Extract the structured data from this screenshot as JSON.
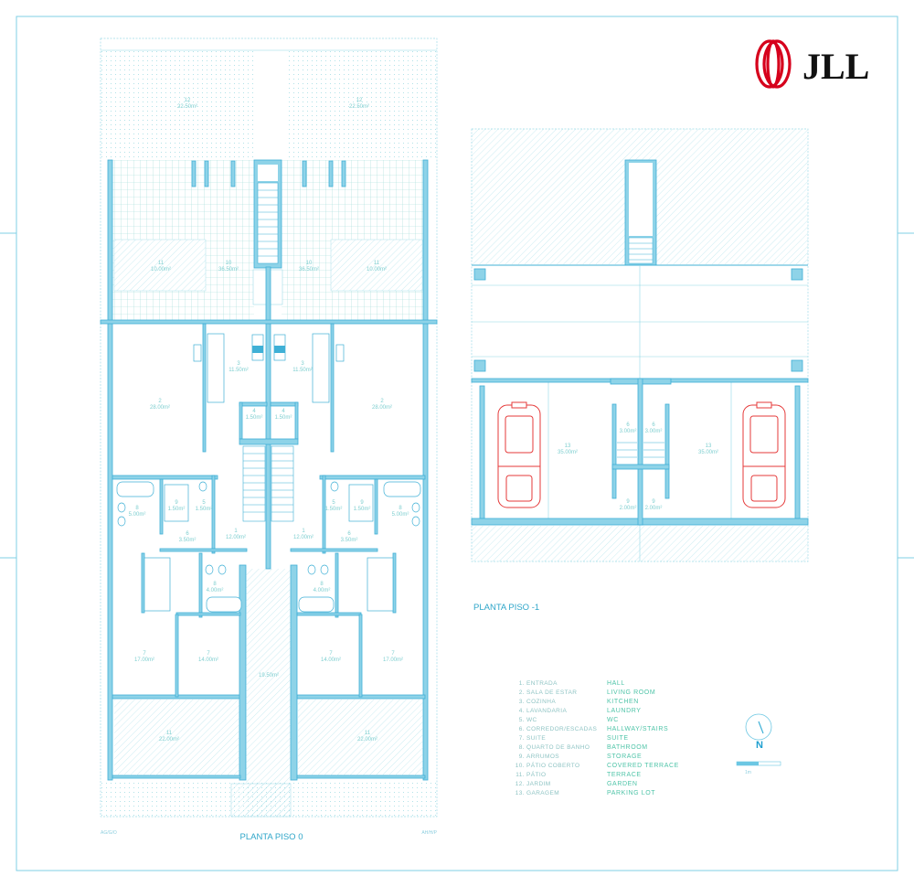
{
  "logo": {
    "text": "JLL",
    "brand_color": "#d6001c"
  },
  "plan_ground": {
    "title": "PLANTA PISO 0",
    "corner_left": "AG/G/O",
    "corner_right": "AH/H/P",
    "rooms": [
      {
        "number": "12",
        "area": "22.50m²"
      },
      {
        "number": "12",
        "area": "22.50m²"
      },
      {
        "number": "11",
        "area": "10.00m²"
      },
      {
        "number": "10",
        "area": "36.50m²"
      },
      {
        "number": "10",
        "area": "36.50m²"
      },
      {
        "number": "11",
        "area": "10.00m²"
      },
      {
        "number": "3",
        "area": "11.50m²"
      },
      {
        "number": "3",
        "area": "11.50m²"
      },
      {
        "number": "2",
        "area": "28.00m²"
      },
      {
        "number": "2",
        "area": "28.00m²"
      },
      {
        "number": "4",
        "area": "1.50m²"
      },
      {
        "number": "4",
        "area": "1.50m²"
      },
      {
        "number": "8",
        "area": "5.00m²"
      },
      {
        "number": "9",
        "area": "1.50m²"
      },
      {
        "number": "5",
        "area": "1.50m²"
      },
      {
        "number": "5",
        "area": "1.50m²"
      },
      {
        "number": "9",
        "area": "1.50m²"
      },
      {
        "number": "8",
        "area": "5.00m²"
      },
      {
        "number": "6",
        "area": "3.50m²"
      },
      {
        "number": "1",
        "area": "12.00m²"
      },
      {
        "number": "1",
        "area": "12.00m²"
      },
      {
        "number": "6",
        "area": "3.50m²"
      },
      {
        "number": "8",
        "area": "4.00m²"
      },
      {
        "number": "8",
        "area": "4.00m²"
      },
      {
        "number": "7",
        "area": "17.00m²"
      },
      {
        "number": "7",
        "area": "14.00m²"
      },
      {
        "number": "",
        "area": "19.50m²"
      },
      {
        "number": "7",
        "area": "14.00m²"
      },
      {
        "number": "7",
        "area": "17.00m²"
      },
      {
        "number": "11",
        "area": "22.00m²"
      },
      {
        "number": "11",
        "area": "22.00m²"
      }
    ]
  },
  "plan_basement": {
    "title": "PLANTA PISO -1",
    "rooms": [
      {
        "number": "13",
        "area": "35.00m²"
      },
      {
        "number": "6",
        "area": "3.00m²"
      },
      {
        "number": "6",
        "area": "3.00m²"
      },
      {
        "number": "13",
        "area": "35.00m²"
      },
      {
        "number": "9",
        "area": "2.00m²"
      },
      {
        "number": "9",
        "area": "2.00m²"
      }
    ]
  },
  "legend": {
    "items": [
      {
        "num": "1.",
        "pt": "ENTRADA",
        "en": "HALL"
      },
      {
        "num": "2.",
        "pt": "SALA DE ESTAR",
        "en": "LIVING ROOM"
      },
      {
        "num": "3.",
        "pt": "COZINHA",
        "en": "KITCHEN"
      },
      {
        "num": "4.",
        "pt": "LAVANDARIA",
        "en": "LAUNDRY"
      },
      {
        "num": "5.",
        "pt": "WC",
        "en": "WC"
      },
      {
        "num": "6.",
        "pt": "CORREDOR/ESCADAS",
        "en": "HALLWAY/STAIRS"
      },
      {
        "num": "7.",
        "pt": "SUITE",
        "en": "SUITE"
      },
      {
        "num": "8.",
        "pt": "QUARTO DE BANHO",
        "en": "BATHROOM"
      },
      {
        "num": "9.",
        "pt": "ARRUMOS",
        "en": "STORAGE"
      },
      {
        "num": "10.",
        "pt": "PÁTIO COBERTO",
        "en": "COVERED TERRACE"
      },
      {
        "num": "11.",
        "pt": "PÁTIO",
        "en": "TERRACE"
      },
      {
        "num": "12.",
        "pt": "JARDIM",
        "en": "GARDEN"
      },
      {
        "num": "13.",
        "pt": "GARAGEM",
        "en": "PARKING LOT"
      }
    ]
  },
  "north": {
    "label": "N"
  },
  "scale": {
    "label": "1m"
  },
  "colors": {
    "wall": "#8ed3e8",
    "line": "#3fb0d6",
    "car": "#e53a3a",
    "legend_en": "#4fc4a8"
  }
}
